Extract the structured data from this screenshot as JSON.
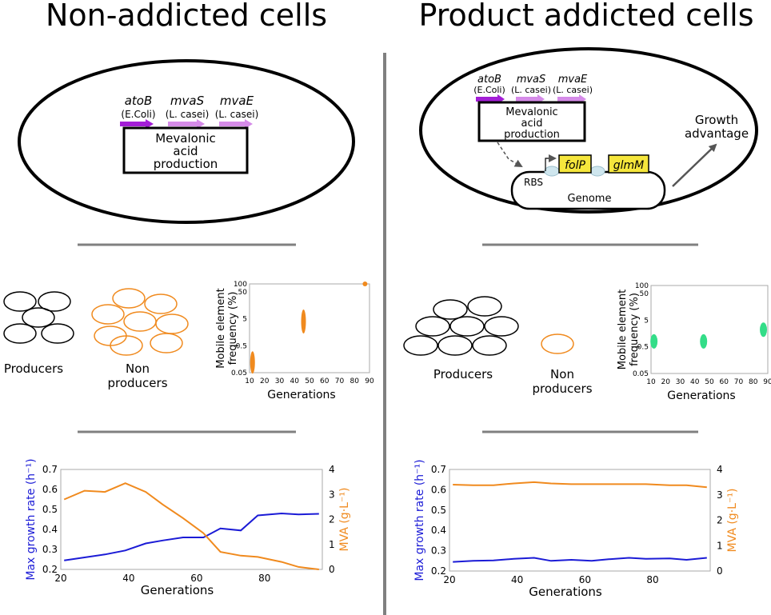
{
  "colors": {
    "divider": "#808080",
    "purple": "#a31ed6",
    "violet": "#d58be8",
    "orange": "#f08a1e",
    "green": "#33dd88",
    "blue": "#1b1bd6",
    "yellow": "#f5e63c",
    "rbs": "#cfe6ee"
  },
  "left": {
    "title": "Non-addicted cells",
    "cell": {
      "genes": [
        {
          "name": "atoB",
          "source": "(E.Coli)",
          "color": "purple"
        },
        {
          "name": "mvaS",
          "source": "(L. casei)",
          "color": "violet"
        },
        {
          "name": "mvaE",
          "source": "(L. casei)",
          "color": "violet"
        }
      ],
      "box_lines": [
        "Mevalonic",
        "acid",
        "production"
      ]
    },
    "population": {
      "producers_label": "Producers",
      "non_producers_label": [
        "Non",
        "producers"
      ]
    },
    "frequency_chart": {
      "ylabel": [
        "Mobile element",
        "frequency (%)"
      ],
      "xlabel": "Generations",
      "x_ticks": [
        "10",
        "20",
        "30",
        "40",
        "50",
        "60",
        "70",
        "80",
        "90"
      ],
      "y_ticks": [
        "0.05",
        "0.5",
        "5",
        "50",
        "100"
      ]
    },
    "growth_chart": {
      "ylabel": "Max growth rate (h⁻¹)",
      "y2label": "MVA (g·L⁻¹)",
      "xlabel": "Generations",
      "x_ticks": [
        "20",
        "40",
        "60",
        "80"
      ],
      "y_ticks": [
        "0.2",
        "0.3",
        "0.4",
        "0.5",
        "0.6",
        "0.7"
      ],
      "y2_ticks": [
        "0",
        "1",
        "2",
        "3",
        "4"
      ]
    }
  },
  "right": {
    "title": "Product addicted cells",
    "cell": {
      "genes": [
        {
          "name": "atoB",
          "source": "(E.Coli)",
          "color": "purple"
        },
        {
          "name": "mvaS",
          "source": "(L. casei)",
          "color": "violet"
        },
        {
          "name": "mvaE",
          "source": "(L. casei)",
          "color": "violet"
        }
      ],
      "box_lines": [
        "Mevalonic",
        "acid",
        "production"
      ],
      "folP": "folP",
      "glmM": "glmM",
      "rbs": "RBS",
      "genome": "Genome",
      "growth_advantage": [
        "Growth",
        "advantage"
      ]
    },
    "population": {
      "producers_label": "Producers",
      "non_producers_label": [
        "Non",
        "producers"
      ]
    },
    "frequency_chart": {
      "ylabel": [
        "Mobile element",
        "frequency (%)"
      ],
      "xlabel": "Generations",
      "x_ticks": [
        "10",
        "20",
        "30",
        "40",
        "50",
        "60",
        "70",
        "80",
        "90"
      ],
      "y_ticks": [
        "0.05",
        "0.5",
        "5",
        "50",
        "100"
      ]
    },
    "growth_chart": {
      "ylabel": "Max growth rate (h⁻¹)",
      "y2label": "MVA (g·L⁻¹)",
      "xlabel": "Generations",
      "x_ticks": [
        "20",
        "40",
        "60",
        "80"
      ],
      "y_ticks": [
        "0.2",
        "0.3",
        "0.4",
        "0.5",
        "0.6",
        "0.7"
      ],
      "y2_ticks": [
        "0",
        "1",
        "2",
        "3",
        "4"
      ]
    }
  },
  "chart_data": [
    {
      "type": "scatter",
      "panel": "left",
      "xlabel": "Generations",
      "ylabel": "Mobile element frequency (%)",
      "xlim": [
        10,
        90
      ],
      "ylim": [
        0.05,
        100
      ],
      "log_y": true,
      "series": [
        {
          "x": [
            12,
            46,
            87
          ],
          "y": [
            0.12,
            4,
            100
          ],
          "color": "#f08a1e"
        }
      ]
    },
    {
      "type": "scatter",
      "panel": "right",
      "xlabel": "Generations",
      "ylabel": "Mobile element frequency (%)",
      "xlim": [
        10,
        90
      ],
      "ylim": [
        0.05,
        100
      ],
      "log_y": true,
      "series": [
        {
          "x": [
            12,
            46,
            87
          ],
          "y": [
            0.8,
            0.8,
            2.2
          ],
          "color": "#33dd88"
        }
      ]
    },
    {
      "type": "line",
      "panel": "left",
      "xlabel": "Generations",
      "ylabel": "Max growth rate (h⁻¹)",
      "y2label": "MVA (g·L⁻¹)",
      "xlim": [
        20,
        97
      ],
      "ylim": [
        0.2,
        0.7
      ],
      "y2lim": [
        0,
        4
      ],
      "series": [
        {
          "axis": "y",
          "color": "#1b1bd6",
          "x": [
            21,
            27,
            33,
            39,
            45,
            50,
            56,
            62,
            67,
            73,
            78,
            85,
            90,
            96
          ],
          "y": [
            0.245,
            0.26,
            0.275,
            0.295,
            0.33,
            0.345,
            0.36,
            0.36,
            0.405,
            0.395,
            0.47,
            0.48,
            0.475,
            0.478
          ]
        },
        {
          "axis": "y2",
          "color": "#f08a1e",
          "x": [
            21,
            27,
            33,
            39,
            45,
            50,
            56,
            62,
            67,
            73,
            78,
            85,
            90,
            96
          ],
          "y": [
            2.8,
            3.15,
            3.1,
            3.45,
            3.1,
            2.6,
            2.05,
            1.45,
            0.7,
            0.55,
            0.5,
            0.3,
            0.1,
            0.0
          ]
        }
      ]
    },
    {
      "type": "line",
      "panel": "right",
      "xlabel": "Generations",
      "ylabel": "Max growth rate (h⁻¹)",
      "y2label": "MVA (g·L⁻¹)",
      "xlim": [
        20,
        97
      ],
      "ylim": [
        0.2,
        0.7
      ],
      "y2lim": [
        0,
        4
      ],
      "series": [
        {
          "axis": "y",
          "color": "#1b1bd6",
          "x": [
            21,
            27,
            33,
            39,
            45,
            50,
            56,
            62,
            67,
            73,
            78,
            85,
            90,
            96
          ],
          "y": [
            0.245,
            0.25,
            0.252,
            0.26,
            0.265,
            0.25,
            0.255,
            0.25,
            0.258,
            0.265,
            0.26,
            0.262,
            0.255,
            0.265
          ]
        },
        {
          "axis": "y2",
          "color": "#f08a1e",
          "x": [
            21,
            27,
            33,
            39,
            45,
            50,
            56,
            62,
            67,
            73,
            78,
            85,
            90,
            96
          ],
          "y": [
            3.4,
            3.38,
            3.38,
            3.45,
            3.5,
            3.45,
            3.42,
            3.42,
            3.42,
            3.42,
            3.42,
            3.38,
            3.38,
            3.3
          ]
        }
      ]
    }
  ]
}
